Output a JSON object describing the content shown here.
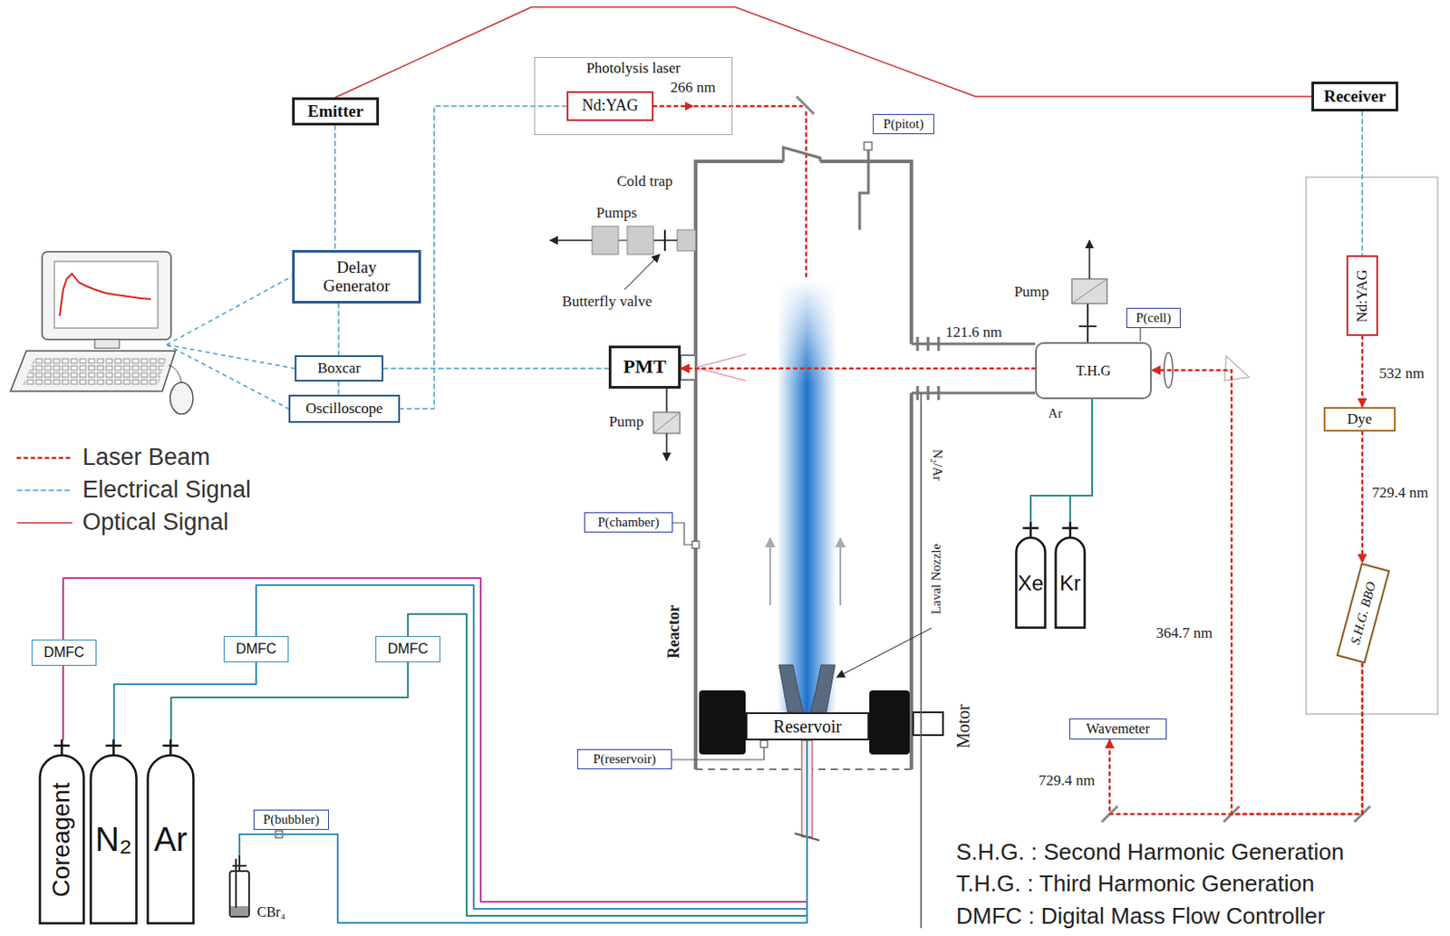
{
  "diagram": {
    "nodes": [
      {
        "text": [
          "Emitter"
        ]
      },
      {
        "text": [
          "Photolysis laser"
        ]
      },
      {
        "text": [
          "Nd:YAG"
        ],
        "in": 1
      },
      {
        "text": [
          "Receiver"
        ]
      },
      {
        "text": [
          "Delay Generator"
        ]
      },
      {
        "text": [
          "Boxcar"
        ]
      },
      {
        "text": [
          "Oscilloscope"
        ]
      },
      {
        "text": [
          "P(pitot)"
        ]
      },
      {
        "text": [
          "PMT"
        ]
      },
      {
        "text": [
          "P(cell)"
        ]
      },
      {
        "text": [
          "T.H.G"
        ]
      },
      {
        "text": [
          "Nd:YAG"
        ]
      },
      {
        "text": [
          "Dye"
        ]
      },
      {
        "text": [
          "S.H.G. BBO"
        ]
      },
      {
        "text": [
          "P(chamber)"
        ]
      },
      {
        "text": [
          "Xe"
        ]
      },
      {
        "text": [
          "Kr"
        ]
      },
      {
        "text": [
          "DMFC"
        ]
      },
      {
        "text": [
          "DMFC"
        ]
      },
      {
        "text": [
          "DMFC"
        ]
      },
      {
        "text": [
          "Reservoir"
        ]
      },
      {
        "text": [
          "P(reservoir)"
        ]
      },
      {
        "text": [
          "Wavemeter"
        ]
      },
      {
        "text": [
          "Coreagent"
        ]
      },
      {
        "text": [
          "N₂"
        ]
      },
      {
        "text": [
          "Ar"
        ]
      },
      {
        "text": [
          "P(bubbler)"
        ]
      },
      {
        "text": [
          "CBr₄"
        ]
      }
    ],
    "edges": [
      {
        "from": 0,
        "to": 3,
        "arrow": "none"
      },
      {
        "from": 0,
        "to": 4,
        "arrow": "none"
      },
      {
        "from": 4,
        "to": 5,
        "arrow": "none"
      },
      {
        "from": 5,
        "to": 6,
        "arrow": "none"
      },
      {
        "from": 2,
        "to": 6,
        "arrow": "none"
      },
      {
        "from": 8,
        "to": 5,
        "arrow": "none"
      },
      {
        "from": 3,
        "to": 11,
        "arrow": "none"
      },
      {
        "from": 11,
        "to": 12,
        "label": "532 nm",
        "arrow": "to"
      },
      {
        "from": 12,
        "to": 13,
        "label": "729.4 nm",
        "arrow": "to"
      },
      {
        "from": 13,
        "to": 22,
        "label": "729.4 nm",
        "arrow": "to"
      },
      {
        "from": 13,
        "to": 10,
        "label": "364.7 nm",
        "arrow": "to"
      },
      {
        "from": 10,
        "to": 8,
        "label": "121.6 nm",
        "arrow": "to"
      },
      {
        "from": 15,
        "to": 10,
        "arrow": "none"
      },
      {
        "from": 16,
        "to": 10,
        "arrow": "none"
      },
      {
        "from": 23,
        "to": 17,
        "arrow": "none"
      },
      {
        "from": 24,
        "to": 18,
        "arrow": "none"
      },
      {
        "from": 25,
        "to": 19,
        "arrow": "none"
      },
      {
        "from": 17,
        "to": 20,
        "arrow": "none"
      },
      {
        "from": 18,
        "to": 20,
        "arrow": "none"
      },
      {
        "from": 19,
        "to": 20,
        "arrow": "none"
      },
      {
        "from": 27,
        "to": 20,
        "arrow": "none"
      }
    ],
    "labels": [
      "266 nm",
      "Cold trap",
      "Pumps",
      "Butterfly valve",
      "Pump",
      "Pump",
      "Ar",
      "N₂/Ar",
      "Laval Nozzle",
      "Reactor",
      "Motor",
      "S.H.G. : Second Harmonic Generation",
      "T.H.G. : Third Harmonic Generation",
      "DMFC : Digital Mass Flow Controller"
    ],
    "legend": [
      {
        "text": "Laser Beam"
      },
      {
        "text": "Electrical Signal"
      },
      {
        "text": "Optical Signal"
      }
    ]
  }
}
